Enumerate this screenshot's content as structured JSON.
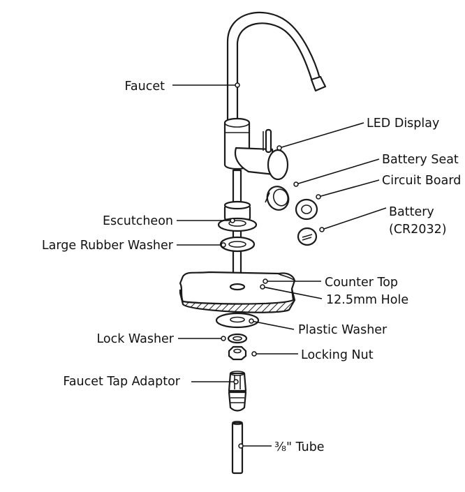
{
  "diagram": {
    "labels": {
      "faucet": "Faucet",
      "led_display": "LED Display",
      "battery_seat": "Battery Seat",
      "circuit_board": "Circuit Board",
      "battery": "Battery",
      "battery_model": "(CR2032)",
      "escutcheon": "Escutcheon",
      "large_rubber_washer": "Large Rubber Washer",
      "counter_top": "Counter Top",
      "hole": "12.5mm Hole",
      "plastic_washer": "Plastic Washer",
      "lock_washer": "Lock Washer",
      "locking_nut": "Locking Nut",
      "faucet_tap_adaptor": "Faucet Tap Adaptor",
      "tube": "⅜\" Tube"
    }
  }
}
